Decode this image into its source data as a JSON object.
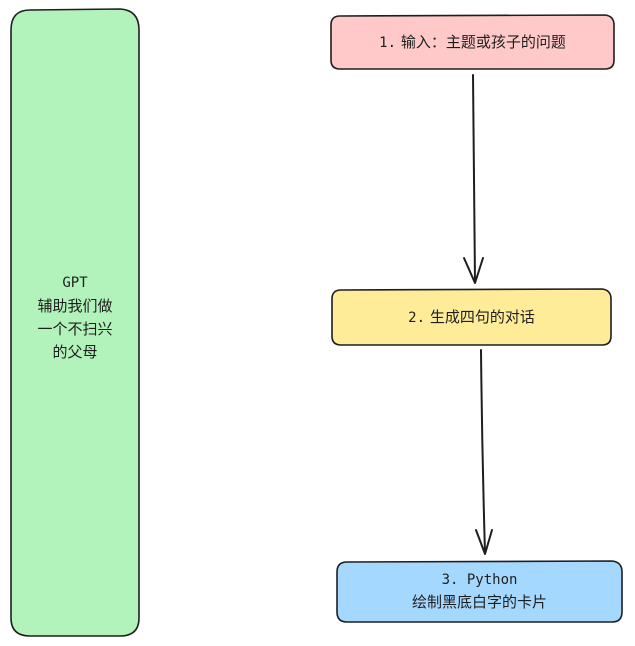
{
  "sidebar": {
    "title": "GPT",
    "lines": [
      "辅助我们做",
      "一个不扫兴",
      "的父母"
    ],
    "fill": "#b2f2bb"
  },
  "steps": [
    {
      "number": "1.",
      "text": "输入：主题或孩子的问题",
      "fill": "#ffc9c9"
    },
    {
      "number": "2.",
      "text": "生成四句的对话",
      "fill": "#ffec99"
    },
    {
      "number": "3. Python",
      "text": "绘制黑底白字的卡片",
      "fill": "#a5d8ff"
    }
  ],
  "stroke_color": "#1e1e1e"
}
